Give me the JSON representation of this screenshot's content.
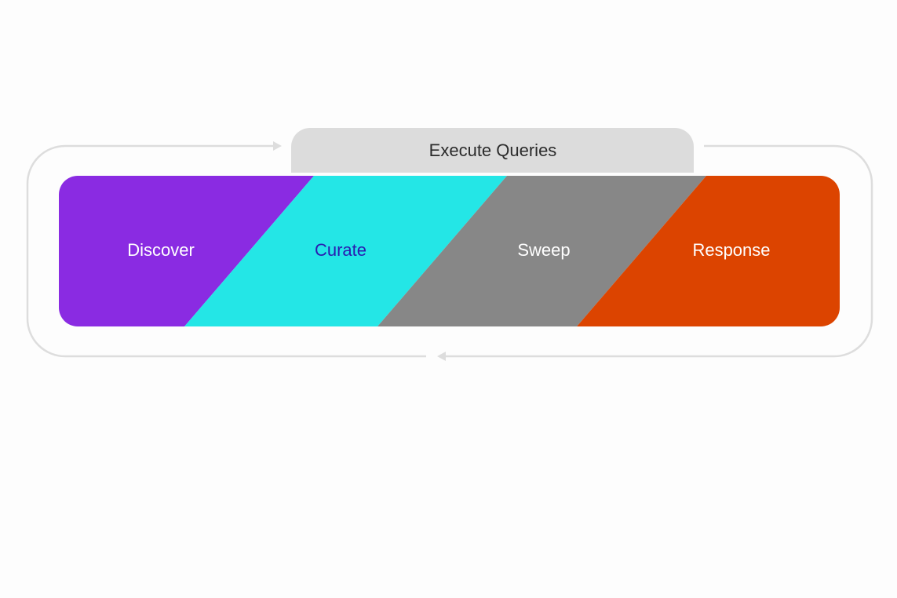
{
  "header": {
    "label": "Execute Queries"
  },
  "stages": [
    {
      "label": "Discover",
      "color": "#8a2be2",
      "text_color": "#ffffff"
    },
    {
      "label": "Curate",
      "color": "#24e6e6",
      "text_color": "#2a1bb0"
    },
    {
      "label": "Sweep",
      "color": "#878787",
      "text_color": "#ffffff"
    },
    {
      "label": "Response",
      "color": "#dc4400",
      "text_color": "#ffffff"
    }
  ],
  "colors": {
    "loop_line": "#dddddd",
    "header_fill": "#dcdcdc",
    "header_text": "#2b2b2b"
  }
}
